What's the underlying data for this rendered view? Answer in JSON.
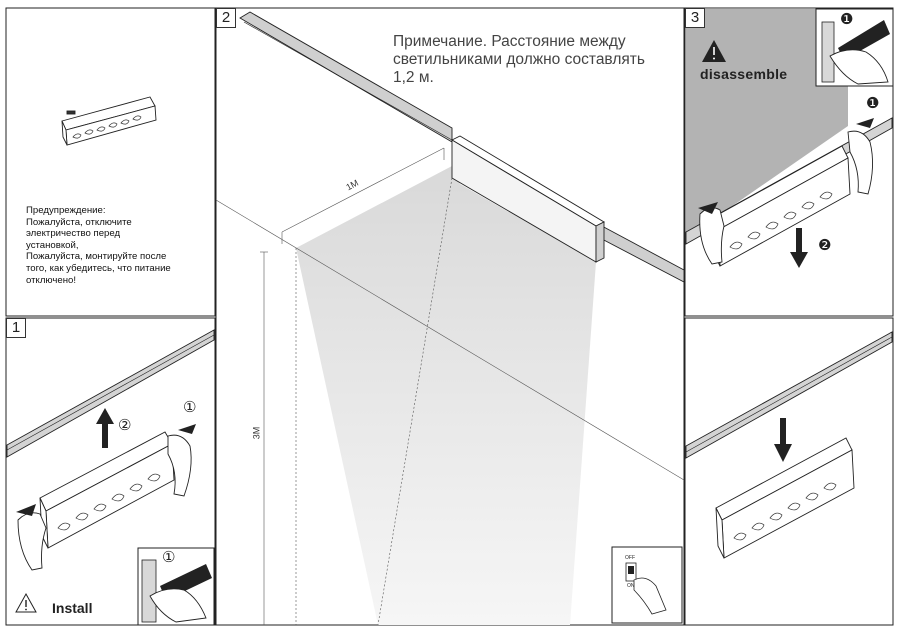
{
  "panels": {
    "p1": {
      "number": "1",
      "label": "Install"
    },
    "p2": {
      "number": "2",
      "note": "Примечание. Расстояние между светильниками должно составлять 1,2 м.",
      "width_label": "1M",
      "height_label": "3M"
    },
    "p3": {
      "number": "3",
      "label": "disassemble"
    }
  },
  "warning": {
    "text": "Предупреждение:\nПожалуйста, отключите\nэлектричество перед\nустановкой,\nПожалуйста, монтируйте после\nтого, как убедитесь, что питание\nотключено!"
  },
  "steps": {
    "open_1": "①",
    "open_2": "②",
    "filled_1": "❶",
    "filled_2": "❷"
  },
  "switch": {
    "off": "OFF",
    "on": "ON"
  },
  "colors": {
    "line": "#222222",
    "shade": "#c8c8c8",
    "panel_grey": "#b3b3b3",
    "light_beam": "#e4e4e4"
  },
  "icons": {
    "warning": "warning-triangle-icon",
    "arrow": "arrow-icon",
    "hand": "hand-icon",
    "switch": "power-switch-icon"
  }
}
